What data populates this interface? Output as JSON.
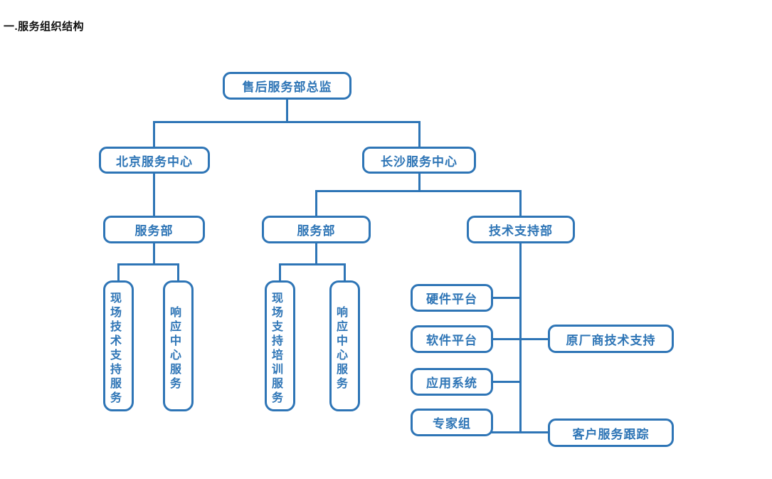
{
  "page": {
    "title": "一.服务组织结构",
    "background_color": "#ffffff",
    "accent_color": "#2E75B6"
  },
  "chart": {
    "type": "org-chart",
    "nodes": {
      "director": {
        "label": "售后服务部总监"
      },
      "beijing_center": {
        "label": "北京服务中心"
      },
      "changsha_center": {
        "label": "长沙服务中心"
      },
      "beijing_service_dept": {
        "label": "服务部"
      },
      "changsha_service_dept": {
        "label": "服务部"
      },
      "tech_support_dept": {
        "label": "技术支持部"
      },
      "onsite_tech_support_service": {
        "label": "现场技术支持服务",
        "orientation": "vertical"
      },
      "response_center_service_bj": {
        "label": "响应中心服务",
        "orientation": "vertical"
      },
      "onsite_support_training_service": {
        "label": "现场支持培训服务",
        "orientation": "vertical"
      },
      "response_center_service_cs": {
        "label": "响应中心服务",
        "orientation": "vertical"
      },
      "hardware_platform": {
        "label": "硬件平台"
      },
      "software_platform": {
        "label": "软件平台"
      },
      "application_system": {
        "label": "应用系统"
      },
      "expert_group": {
        "label": "专家组"
      },
      "oem_tech_support": {
        "label": "原厂商技术支持"
      },
      "customer_service_tracking": {
        "label": "客户服务跟踪"
      }
    },
    "edges": [
      [
        "director",
        "beijing_center"
      ],
      [
        "director",
        "changsha_center"
      ],
      [
        "beijing_center",
        "beijing_service_dept"
      ],
      [
        "beijing_service_dept",
        "onsite_tech_support_service"
      ],
      [
        "beijing_service_dept",
        "response_center_service_bj"
      ],
      [
        "changsha_center",
        "changsha_service_dept"
      ],
      [
        "changsha_center",
        "tech_support_dept"
      ],
      [
        "changsha_service_dept",
        "onsite_support_training_service"
      ],
      [
        "changsha_service_dept",
        "response_center_service_cs"
      ],
      [
        "tech_support_dept",
        "hardware_platform"
      ],
      [
        "tech_support_dept",
        "software_platform"
      ],
      [
        "tech_support_dept",
        "application_system"
      ],
      [
        "tech_support_dept",
        "expert_group"
      ],
      [
        "tech_support_dept",
        "oem_tech_support"
      ],
      [
        "tech_support_dept",
        "customer_service_tracking"
      ]
    ]
  }
}
